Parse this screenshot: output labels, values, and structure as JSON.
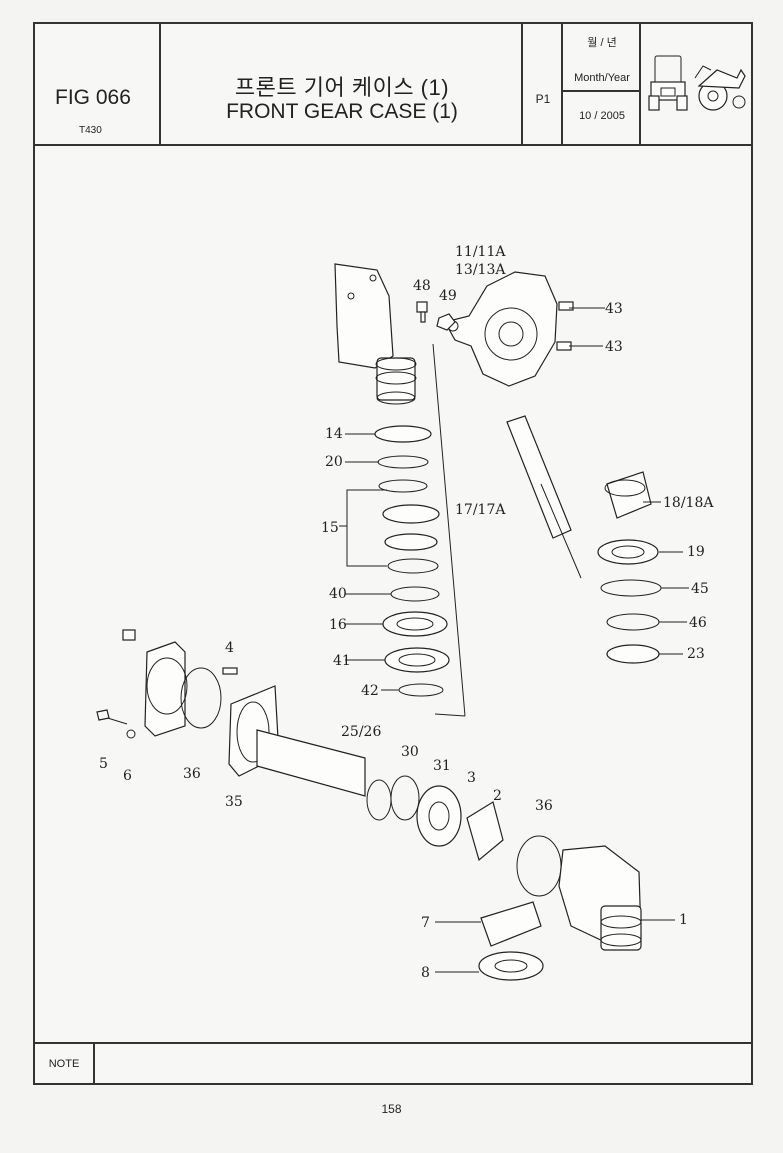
{
  "header": {
    "fig_no": "FIG 066",
    "model": "T430",
    "title_ko": "프론트 기어 케이스 (1)",
    "title_en": "FRONT GEAR CASE (1)",
    "page": "P1",
    "date_label_ko": "월 / 년",
    "date_label_en": "Month/Year",
    "date_value": "10 / 2005"
  },
  "callouts": {
    "p1": "1",
    "p3": "3",
    "p2": "2",
    "p4": "4",
    "p5": "5",
    "p6": "6",
    "p7": "7",
    "p8": "8",
    "p11": "11/11A",
    "p13": "13/13A",
    "p14": "14",
    "p15": "15",
    "p16": "16",
    "p17": "17/17A",
    "p18": "18/18A",
    "p19": "19",
    "p20": "20",
    "p23": "23",
    "p25": "25/26",
    "p30": "30",
    "p31": "31",
    "p35": "35",
    "p36a": "36",
    "p36b": "36",
    "p40": "40",
    "p41": "41",
    "p42": "42",
    "p43a": "43",
    "p43b": "43",
    "p45": "45",
    "p46": "46",
    "p48": "48",
    "p49": "49"
  },
  "footer": {
    "note_label": "NOTE",
    "page_number": "158"
  }
}
